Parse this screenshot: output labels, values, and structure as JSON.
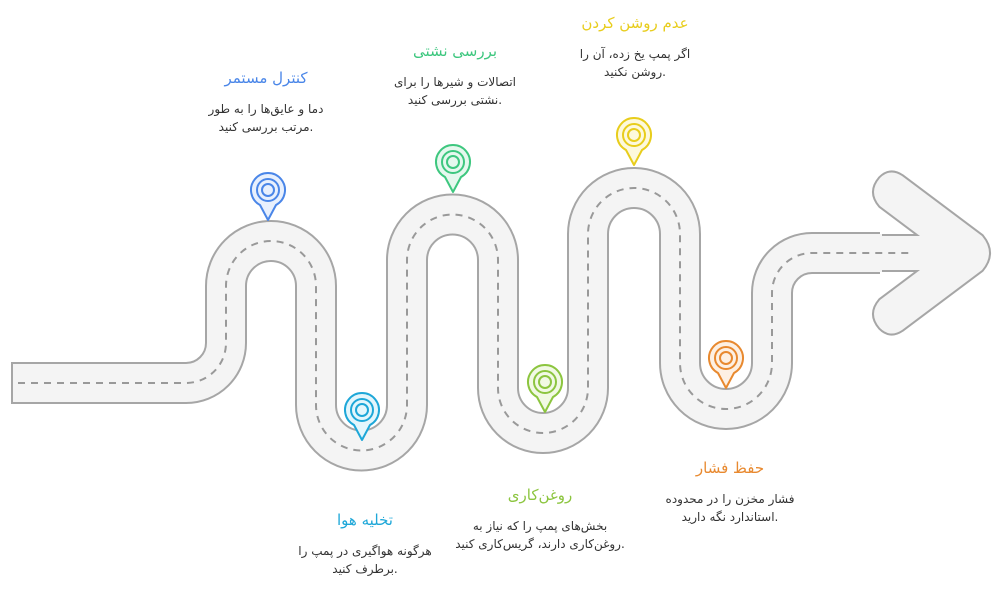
{
  "steps": [
    {
      "id": "continuous-control",
      "title": "کنترل مستمر",
      "desc_line1": "دما و عایق‌ها را به طور",
      "desc_line2": ".مرتب بررسی کنید",
      "color": "#4a86e8",
      "fill": "#e8f0fd"
    },
    {
      "id": "bleed-air",
      "title": "تخلیه هوا",
      "desc_line1": "هرگونه هواگیری در پمپ را",
      "desc_line2": ".برطرف کنید",
      "color": "#1ea7d8",
      "fill": "#e4f6fc"
    },
    {
      "id": "leak-check",
      "title": "بررسی نشتی",
      "desc_line1": "اتصالات و شیرها را برای",
      "desc_line2": ".نشتی بررسی کنید",
      "color": "#3ec77f",
      "fill": "#e6f8ee"
    },
    {
      "id": "lubrication",
      "title": "روغن‌کاری",
      "desc_line1": "بخش‌های پمپ را که نیاز به",
      "desc_line2": ".روغن‌کاری دارند، گریس‌کاری کنید",
      "color": "#8cc53f",
      "fill": "#f1f9e4"
    },
    {
      "id": "do-not-start",
      "title": "عدم روشن کردن",
      "desc_line1": "اگر پمپ یخ زده، آن را",
      "desc_line2": ".روشن نکنید",
      "color": "#e8cd1c",
      "fill": "#fdf9dc"
    },
    {
      "id": "maintain-pressure",
      "title": "حفظ فشار",
      "desc_line1": "فشار مخزن را در محدوده",
      "desc_line2": ".استاندارد نگه دارید",
      "color": "#e8892f",
      "fill": "#fdf0e3"
    }
  ],
  "road": {
    "edge_color": "#a6a6a6",
    "surface_color": "#f4f4f4",
    "dash_color": "#999999"
  }
}
